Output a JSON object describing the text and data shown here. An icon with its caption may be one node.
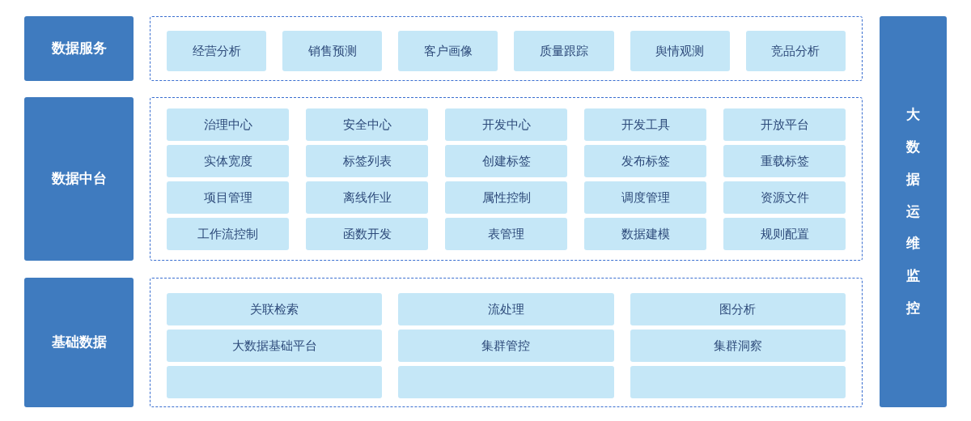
{
  "diagram": {
    "nodes": [
      {
        "text": [
          "数据服务"
        ]
      },
      {
        "text": [],
        "shape": "box"
      },
      {
        "text": [
          "经营分析"
        ],
        "in": 1
      },
      {
        "text": [
          "销售预测"
        ],
        "in": 1
      },
      {
        "text": [
          "客户画像"
        ],
        "in": 1
      },
      {
        "text": [
          "质量跟踪"
        ],
        "in": 1
      },
      {
        "text": [
          "舆情观测"
        ],
        "in": 1
      },
      {
        "text": [
          "竞品分析"
        ],
        "in": 1
      },
      {
        "text": [
          "数据中台"
        ]
      },
      {
        "text": [],
        "shape": "box"
      },
      {
        "text": [
          "治理中心"
        ],
        "in": 9
      },
      {
        "text": [
          "安全中心"
        ],
        "in": 9
      },
      {
        "text": [
          "开发中心"
        ],
        "in": 9
      },
      {
        "text": [
          "开发工具"
        ],
        "in": 9
      },
      {
        "text": [
          "开放平台"
        ],
        "in": 9
      },
      {
        "text": [
          "实体宽度"
        ],
        "in": 9
      },
      {
        "text": [
          "标签列表"
        ],
        "in": 9
      },
      {
        "text": [
          "创建标签"
        ],
        "in": 9
      },
      {
        "text": [
          "发布标签"
        ],
        "in": 9
      },
      {
        "text": [
          "重载标签"
        ],
        "in": 9
      },
      {
        "text": [
          "项目管理"
        ],
        "in": 9
      },
      {
        "text": [
          "离线作业"
        ],
        "in": 9
      },
      {
        "text": [
          "属性控制"
        ],
        "in": 9
      },
      {
        "text": [
          "调度管理"
        ],
        "in": 9
      },
      {
        "text": [
          "资源文件"
        ],
        "in": 9
      },
      {
        "text": [
          "工作流控制"
        ],
        "in": 9
      },
      {
        "text": [
          "函数开发"
        ],
        "in": 9
      },
      {
        "text": [
          "表管理"
        ],
        "in": 9
      },
      {
        "text": [
          "数据建模"
        ],
        "in": 9
      },
      {
        "text": [
          "规则配置"
        ],
        "in": 9
      },
      {
        "text": [
          "基础数据"
        ]
      },
      {
        "text": [],
        "shape": "box"
      },
      {
        "text": [
          "关联检索"
        ],
        "in": 31
      },
      {
        "text": [
          "流处理"
        ],
        "in": 31
      },
      {
        "text": [
          "图分析"
        ],
        "in": 31
      },
      {
        "text": [
          "大数据基础平台"
        ],
        "in": 31
      },
      {
        "text": [
          "集群管控"
        ],
        "in": 31
      },
      {
        "text": [
          "集群洞察"
        ],
        "in": 31
      },
      {
        "text": [],
        "shape": "box",
        "in": 31
      },
      {
        "text": [],
        "shape": "box",
        "in": 31
      },
      {
        "text": [],
        "shape": "box",
        "in": 31
      },
      {
        "text": [
          "大数据运维监控"
        ]
      }
    ],
    "edges": []
  }
}
